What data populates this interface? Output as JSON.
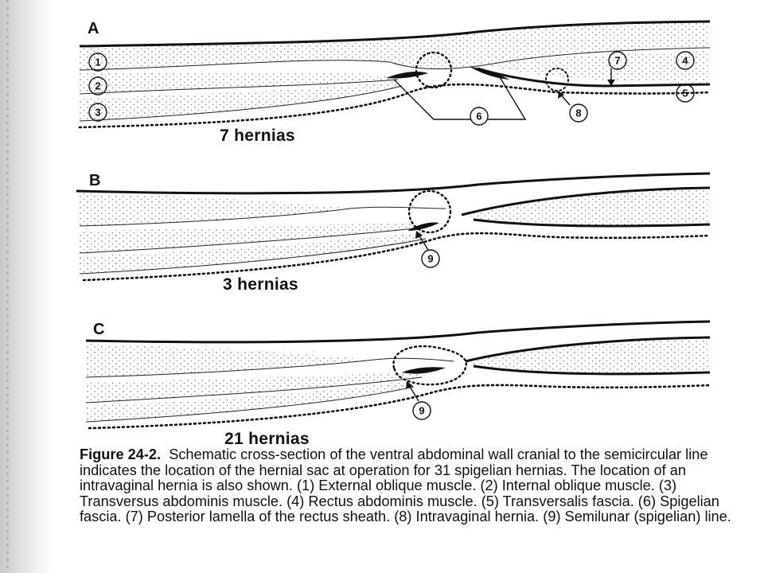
{
  "figure": {
    "panels": [
      {
        "letter": "A",
        "count_label": "7 hernias"
      },
      {
        "letter": "B",
        "count_label": "3 hernias"
      },
      {
        "letter": "C",
        "count_label": "21 hernias"
      }
    ],
    "callouts": {
      "n1": "1",
      "n2": "2",
      "n3": "3",
      "n4": "4",
      "n5": "5",
      "n6": "6",
      "n7": "7",
      "n8": "8",
      "n9": "9"
    }
  },
  "caption": {
    "label": "Figure 24-2.",
    "text": "Schematic cross-section of the ventral abdominal wall cranial to the semicircular line indicates the location of the hernial sac at operation for 31 spigelian hernias. The location of an intravaginal hernia is also shown. (1) External oblique muscle. (2) Internal oblique muscle. (3) Transversus abdominis muscle. (4) Rectus abdominis muscle. (5) Transversalis fascia. (6) Spigelian fascia. (7) Posterior lamella of the rectus sheath. (8) Intravaginal hernia. (9) Semilunar (spigelian) line."
  }
}
